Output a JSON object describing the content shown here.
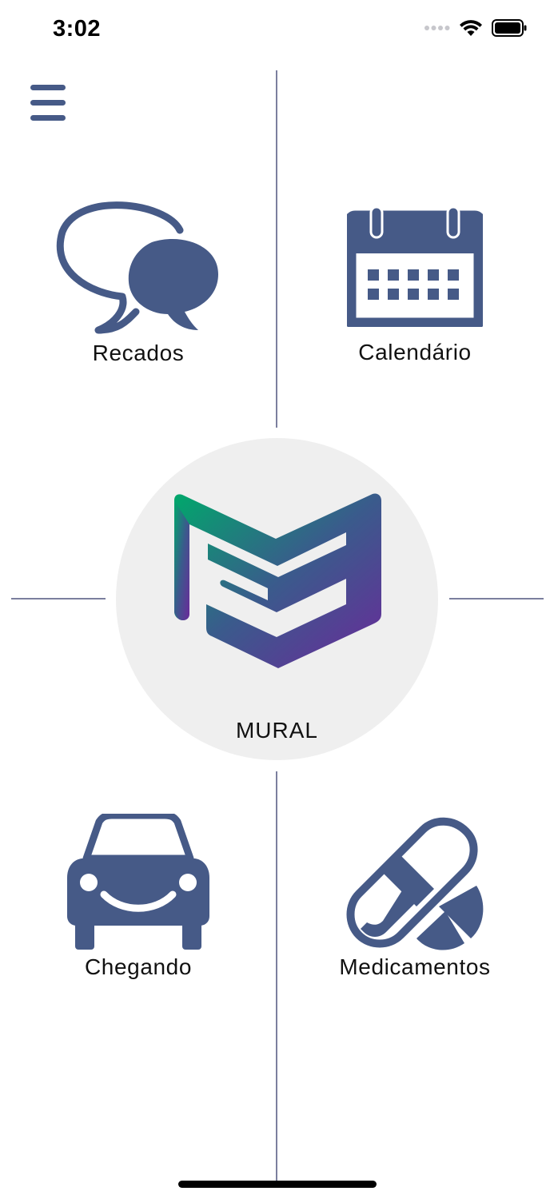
{
  "status_bar": {
    "time": "3:02",
    "icons": [
      "signal-dots-icon",
      "wifi-icon",
      "battery-icon"
    ]
  },
  "header": {
    "menu_icon": "hamburger-menu-icon"
  },
  "tiles": {
    "recados": {
      "label": "Recados",
      "icon": "chat-bubbles-icon"
    },
    "calendario": {
      "label": "Calendário",
      "icon": "calendar-icon"
    },
    "chegando": {
      "label": "Chegando",
      "icon": "car-icon"
    },
    "medicamentos": {
      "label": "Medicamentos",
      "icon": "pill-icon"
    }
  },
  "center": {
    "label": "MURAL",
    "logo": "fs-logo"
  },
  "colors": {
    "icon": "#465a87",
    "divider": "#7b7f9e",
    "circle": "#efefef",
    "logo_gradient_start": "#00a86b",
    "logo_gradient_mid": "#3a5b8c",
    "logo_gradient_end": "#6a2a9a"
  }
}
